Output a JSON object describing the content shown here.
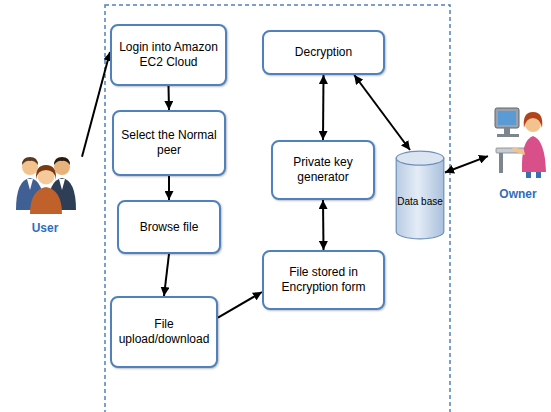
{
  "diagram": {
    "nodes": [
      {
        "text": [
          "User"
        ]
      },
      {
        "text": [
          "Login into Amazon EC2 Cloud"
        ]
      },
      {
        "text": [
          "Select the Normal peer"
        ]
      },
      {
        "text": [
          "Browse file"
        ]
      },
      {
        "text": [
          "File upload/download"
        ]
      },
      {
        "text": [
          "Decryption"
        ]
      },
      {
        "text": [
          "Private key generator"
        ]
      },
      {
        "text": [
          "File stored in Encryption form"
        ]
      },
      {
        "text": [
          "Data base"
        ]
      },
      {
        "text": [
          "Owner"
        ]
      }
    ],
    "edges": [
      {
        "from": 0,
        "to": 1,
        "arrow": "to"
      },
      {
        "from": 1,
        "to": 2,
        "arrow": "to"
      },
      {
        "from": 2,
        "to": 3,
        "arrow": "to"
      },
      {
        "from": 3,
        "to": 4,
        "arrow": "to"
      },
      {
        "from": 4,
        "to": 7,
        "arrow": "to"
      },
      {
        "from": 7,
        "to": 6,
        "arrow": "both"
      },
      {
        "from": 6,
        "to": 5,
        "arrow": "both"
      },
      {
        "from": 5,
        "to": 8,
        "arrow": "both"
      },
      {
        "from": 8,
        "to": 9,
        "arrow": "both"
      }
    ]
  }
}
